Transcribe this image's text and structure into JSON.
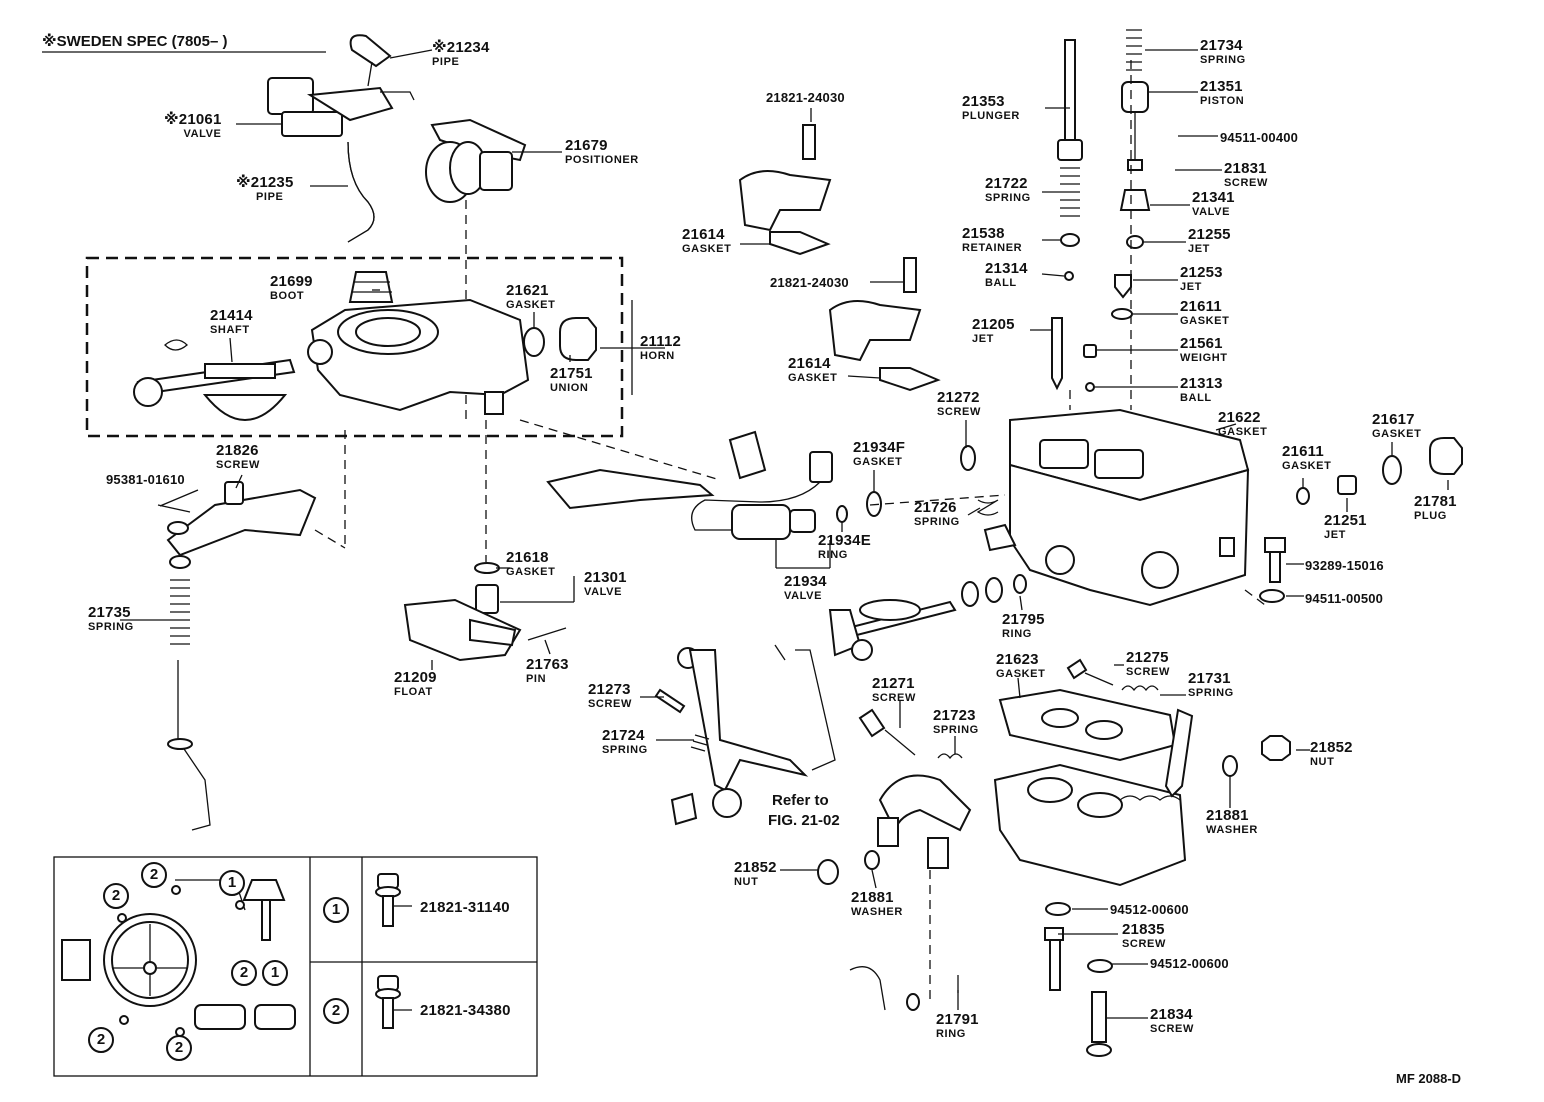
{
  "header": {
    "spec_note": "※SWEDEN SPEC (7805–    )"
  },
  "labels": {
    "p21234": {
      "num": "※21234",
      "name": "PIPE"
    },
    "p21061": {
      "num": "※21061",
      "name": "VALVE"
    },
    "p21235": {
      "num": "※21235",
      "name": "PIPE"
    },
    "p21679": {
      "num": "21679",
      "name": "POSITIONER"
    },
    "p21699": {
      "num": "21699",
      "name": "BOOT"
    },
    "p21414": {
      "num": "21414",
      "name": "SHAFT"
    },
    "p21621": {
      "num": "21621",
      "name": "GASKET"
    },
    "p21112": {
      "num": "21112",
      "name": "HORN"
    },
    "p21751": {
      "num": "21751",
      "name": "UNION"
    },
    "p21826": {
      "num": "21826",
      "name": "SCREW"
    },
    "p95381": {
      "num": "95381-01610",
      "name": ""
    },
    "p21735": {
      "num": "21735",
      "name": "SPRING"
    },
    "p21618": {
      "num": "21618",
      "name": "GASKET"
    },
    "p21301": {
      "num": "21301",
      "name": "VALVE"
    },
    "p21209": {
      "num": "21209",
      "name": "FLOAT"
    },
    "p21763": {
      "num": "21763",
      "name": "PIN"
    },
    "p21934": {
      "num": "21934",
      "name": "VALVE"
    },
    "p21934E": {
      "num": "21934E",
      "name": "RING"
    },
    "p21934F": {
      "num": "21934F",
      "name": "GASKET"
    },
    "p21821a": {
      "num": "21821-24030",
      "name": ""
    },
    "p21614a": {
      "num": "21614",
      "name": "GASKET"
    },
    "p21821b": {
      "num": "21821-24030",
      "name": ""
    },
    "p21614b": {
      "num": "21614",
      "name": "GASKET"
    },
    "p21353": {
      "num": "21353",
      "name": "PLUNGER"
    },
    "p21722": {
      "num": "21722",
      "name": "SPRING"
    },
    "p21538": {
      "num": "21538",
      "name": "RETAINER"
    },
    "p21314": {
      "num": "21314",
      "name": "BALL"
    },
    "p21205": {
      "num": "21205",
      "name": "JET"
    },
    "p21272": {
      "num": "21272",
      "name": "SCREW"
    },
    "p21726": {
      "num": "21726",
      "name": "SPRING"
    },
    "p21734": {
      "num": "21734",
      "name": "SPRING"
    },
    "p21351": {
      "num": "21351",
      "name": "PISTON"
    },
    "p94511a": {
      "num": "94511-00400",
      "name": ""
    },
    "p21831": {
      "num": "21831",
      "name": "SCREW"
    },
    "p21341": {
      "num": "21341",
      "name": "VALVE"
    },
    "p21255": {
      "num": "21255",
      "name": "JET"
    },
    "p21253": {
      "num": "21253",
      "name": "JET"
    },
    "p21611a": {
      "num": "21611",
      "name": "GASKET"
    },
    "p21561": {
      "num": "21561",
      "name": "WEIGHT"
    },
    "p21313": {
      "num": "21313",
      "name": "BALL"
    },
    "p21622": {
      "num": "21622",
      "name": "GASKET"
    },
    "p21611b": {
      "num": "21611",
      "name": "GASKET"
    },
    "p21617": {
      "num": "21617",
      "name": "GASKET"
    },
    "p21251": {
      "num": "21251",
      "name": "JET"
    },
    "p21781": {
      "num": "21781",
      "name": "PLUG"
    },
    "p93289": {
      "num": "93289-15016",
      "name": ""
    },
    "p94511b": {
      "num": "94511-00500",
      "name": ""
    },
    "p21795": {
      "num": "21795",
      "name": "RING"
    },
    "p21273": {
      "num": "21273",
      "name": "SCREW"
    },
    "p21724": {
      "num": "21724",
      "name": "SPRING"
    },
    "p21271": {
      "num": "21271",
      "name": "SCREW"
    },
    "p21723": {
      "num": "21723",
      "name": "SPRING"
    },
    "p21623": {
      "num": "21623",
      "name": "GASKET"
    },
    "p21275": {
      "num": "21275",
      "name": "SCREW"
    },
    "p21731": {
      "num": "21731",
      "name": "SPRING"
    },
    "p21852a": {
      "num": "21852",
      "name": "NUT"
    },
    "p21881a": {
      "num": "21881",
      "name": "WASHER"
    },
    "p21852b": {
      "num": "21852",
      "name": "NUT"
    },
    "p21881b": {
      "num": "21881",
      "name": "WASHER"
    },
    "p94512a": {
      "num": "94512-00600",
      "name": ""
    },
    "p21835": {
      "num": "21835",
      "name": "SCREW"
    },
    "p94512b": {
      "num": "94512-00600",
      "name": ""
    },
    "p21834": {
      "num": "21834",
      "name": "SCREW"
    },
    "p21791": {
      "num": "21791",
      "name": "RING"
    }
  },
  "refer_note": {
    "line1": "Refer to",
    "line2": "FIG. 21-02"
  },
  "inset": {
    "callouts": [
      "2",
      "2",
      "1",
      "2",
      "1",
      "2",
      "2"
    ],
    "rows": [
      {
        "key": "1",
        "part": "21821-31140"
      },
      {
        "key": "2",
        "part": "21821-34380"
      }
    ]
  },
  "footer": {
    "code": "MF  2088-D"
  }
}
